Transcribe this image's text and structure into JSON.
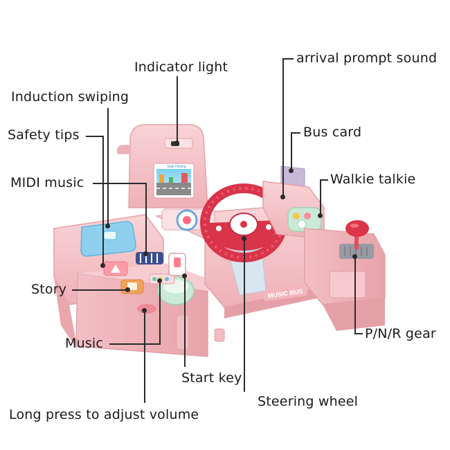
{
  "labels": {
    "indicator_light": "Indicator light",
    "arrival_prompt_sound": "arrival prompt sound",
    "induction_swiping": "Induction swiping",
    "safety_tips": "Safety tips",
    "bus_card": "Bus card",
    "midi_music": "MIDI music",
    "walkie_talkie": "Walkie talkie",
    "story": "Story",
    "pnr_gear": "P/N/R gear",
    "music": "Music",
    "start_key": "Start key",
    "steering_wheel": "Steering wheel",
    "long_press_volume": "Long press to adjust volume"
  },
  "product": {
    "bus_logo_text": "MUSIC BUS",
    "screen_caption": "Safe Driving"
  },
  "colors": {
    "body_pink": "#f5c5c9",
    "shadow_pink": "#e8a8ae",
    "wheel_red": "#d8344a",
    "panel_blue": "#7ec6ea",
    "panel_mint": "#c9ead6",
    "card_lilac": "#c9b8d8"
  }
}
